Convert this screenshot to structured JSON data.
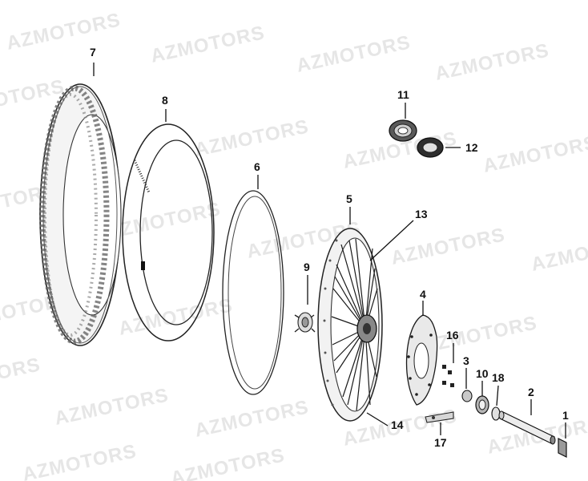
{
  "watermark": {
    "text": "AZMOTORS"
  },
  "callouts": [
    {
      "id": "1",
      "label": "1"
    },
    {
      "id": "2",
      "label": "2"
    },
    {
      "id": "3",
      "label": "3"
    },
    {
      "id": "4",
      "label": "4"
    },
    {
      "id": "5",
      "label": "5"
    },
    {
      "id": "6",
      "label": "6"
    },
    {
      "id": "7",
      "label": "7"
    },
    {
      "id": "8",
      "label": "8"
    },
    {
      "id": "9",
      "label": "9"
    },
    {
      "id": "10",
      "label": "10"
    },
    {
      "id": "11",
      "label": "11"
    },
    {
      "id": "12",
      "label": "12"
    },
    {
      "id": "13",
      "label": "13"
    },
    {
      "id": "14",
      "label": "14"
    },
    {
      "id": "16",
      "label": "16"
    },
    {
      "id": "17",
      "label": "17"
    },
    {
      "id": "18",
      "label": "18"
    }
  ]
}
